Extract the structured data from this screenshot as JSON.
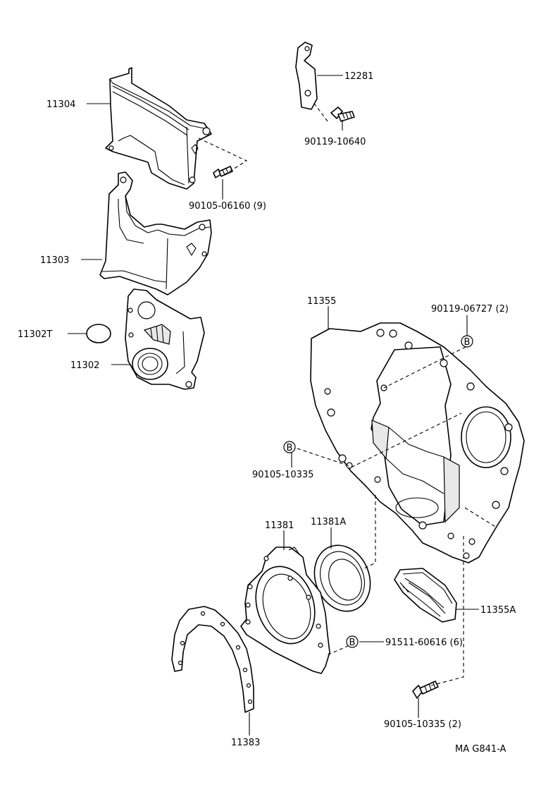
{
  "title": "",
  "diagram_code": "MA G841-A",
  "bolt_marker_letter": "B",
  "parts": {
    "p11304": "11304",
    "p11303": "11303",
    "p11302T": "11302T",
    "p11302": "11302",
    "p12281": "12281",
    "p90119_10640": "90119-10640",
    "p90105_06160": "90105-06160 (9)",
    "p11355": "11355",
    "p90119_06727": "90119-06727 (2)",
    "p90105_10335": "90105-10335",
    "p11381A": "11381A",
    "p11381": "11381",
    "p11355A": "11355A",
    "p91511_60616": "91511-60616 (6)",
    "p11383": "11383",
    "p90105_10335_2": "90105-10335 (2)"
  }
}
